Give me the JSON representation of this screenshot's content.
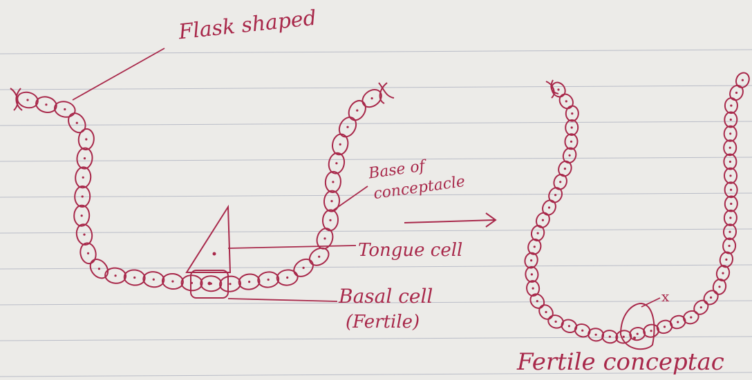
{
  "labels": {
    "flask_shaped": "Flask shaped",
    "base_of_conceptacle_line1": "Base of",
    "base_of_conceptacle_line2": "conceptacle",
    "tongue_cell": "Tongue cell",
    "basal_cell_line1": "Basal cell",
    "basal_cell_line2": "(Fertile)",
    "fertile_conceptacle": "Fertile conceptac",
    "x_mark": "x"
  },
  "colors": {
    "ink": "#a8284a",
    "paper": "#ecebe8",
    "rule_line": "#b9bcc7",
    "margin_line": "#c9c0c6"
  },
  "icons": {
    "arrow": "right-arrow-icon"
  }
}
